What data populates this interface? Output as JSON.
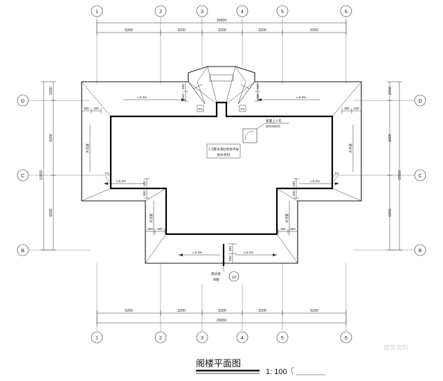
{
  "drawing": {
    "title": "阁楼平面图",
    "scale_label": "1: 100",
    "watermark": "建筑资料"
  },
  "grid": {
    "columns": [
      "1",
      "2",
      "3",
      "4",
      "5",
      "6"
    ],
    "rows": [
      "D",
      "C",
      "B"
    ],
    "horizontal_dims": [
      "5200",
      "3200",
      "3200",
      "3200",
      "5200"
    ],
    "horizontal_total": "20000",
    "vertical_dims": [
      "1500",
      "6000",
      "6000"
    ],
    "vertical_total": "13500"
  },
  "annotations": {
    "slope": "i=0.3%",
    "eave_800": "800",
    "eave_300": "300",
    "gutter_label": "天沟宽",
    "roof_hatch_name": "屋面上人孔",
    "roof_hatch_size": "800X800",
    "center_note_line1": "1.5厚水泥砂浆找平层",
    "center_note_line2": "防水卷材",
    "downpipe_label": "P1",
    "drain_callout_line1": "雨水管",
    "drain_callout_line2": "详图",
    "drain_callout_mark": "10"
  }
}
